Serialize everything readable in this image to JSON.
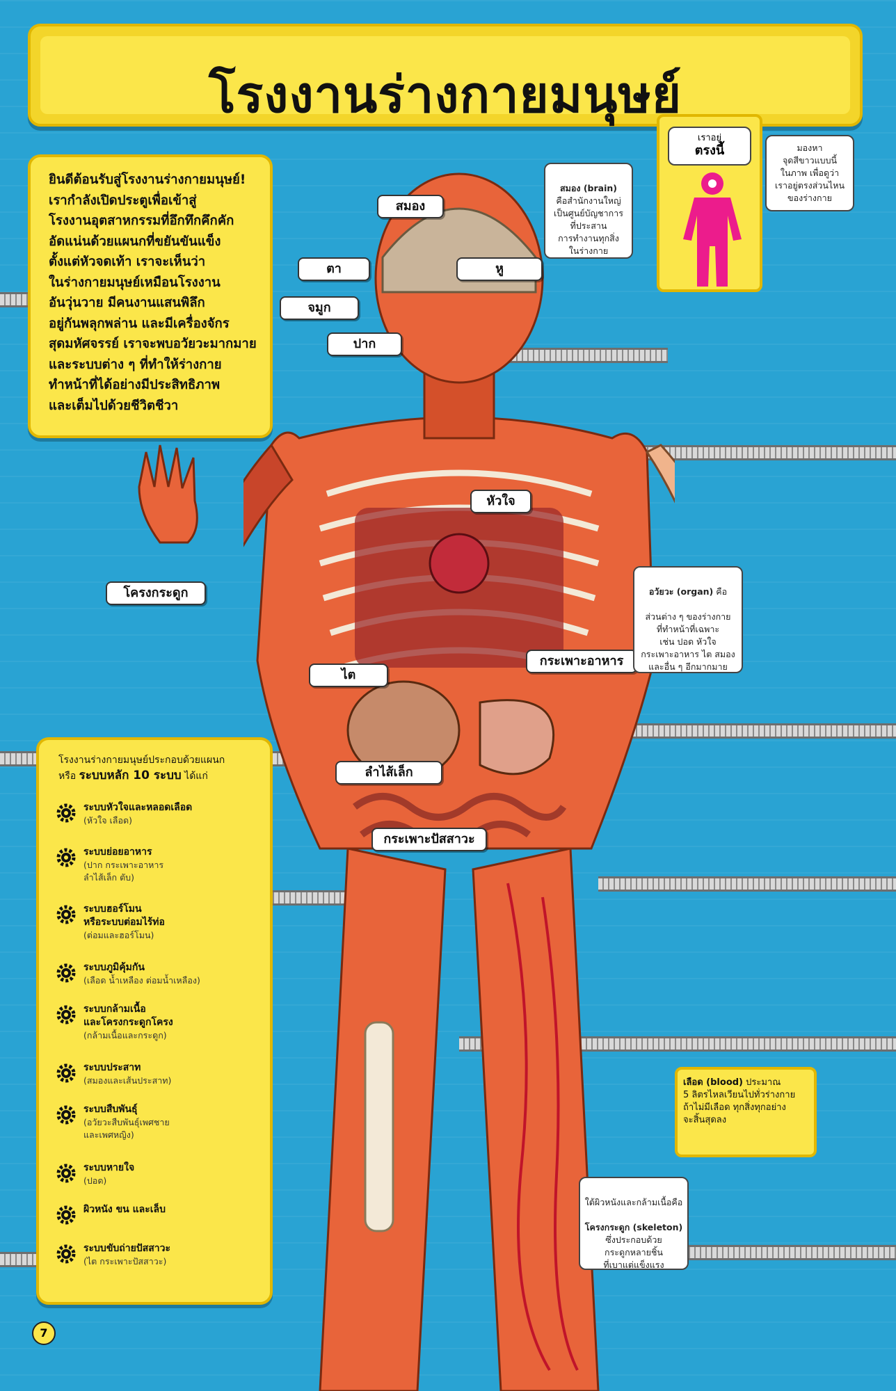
{
  "title": "โรงงานร่างกายมนุษย์",
  "intro": "ยินดีต้อนรับสู่โรงงานร่างกายมนุษย์!\nเรากำลังเปิดประตูเพื่อเข้าสู่\nโรงงานอุตสาหกรรมที่อึกทึกคึกคัก\nอัดแน่นด้วยแผนกที่ขยันขันแข็ง\nตั้งแต่หัวจดเท้า  เราจะเห็นว่า\nในร่างกายมนุษย์เหมือนโรงงาน\nอันวุ่นวาย มีคนงานแสนพิลึก\nอยู่กันพลุกพล่าน และมีเครื่องจักร\nสุดมหัศจรรย์  เราจะพบอวัยวะมากมาย\nและระบบต่าง ๆ ที่ทำให้ร่างกาย\nทำหน้าที่ได้อย่างมีประสิทธิภาพ\nและเต็มไปด้วยชีวิตชีวา",
  "labels": {
    "brain": "สมอง",
    "eye": "ตา",
    "ear": "หู",
    "nose": "จมูก",
    "mouth": "ปาก",
    "heart": "หัวใจ",
    "skeleton": "โครงกระดูก",
    "kidney": "ไต",
    "stomach": "กระเพาะอาหาร",
    "small_intestine": "ลำไส้เล็ก",
    "bladder": "กระเพาะปัสสาวะ"
  },
  "bubbles": {
    "brain": {
      "term": "สมอง (brain)",
      "text": "คือสำนักงานใหญ่\nเป็นศูนย์บัญชาการ\nที่ประสาน\nการทำงานทุกสิ่ง\nในร่างกาย"
    },
    "look": "มองหา\nจุดสีขาวแบบนี้\nในภาพ เพื่อดูว่า\nเราอยู่ตรงส่วนไหน\nของร่างกาย",
    "organ": {
      "term": "อวัยวะ (organ)",
      "mid": " คือ",
      "text": "ส่วนต่าง ๆ ของร่างกาย\nที่ทำหน้าที่เฉพาะ\nเช่น ปอด หัวใจ\nกระเพาะอาหาร ไต สมอง\nและอื่น ๆ อีกมากมาย"
    },
    "skeleton": {
      "pre": "ใต้ผิวหนังและกล้ามเนื้อคือ",
      "term": "โครงกระดูก (skeleton)",
      "text": "ซึ่งประกอบด้วย\nกระดูกหลายชิ้น\nที่เบาแต่แข็งแรง"
    }
  },
  "here": {
    "small": "เราอยู่",
    "big": "ตรงนี้"
  },
  "blood": {
    "term": "เลือด (blood)",
    "text": " ประมาณ\n5 ลิตรไหลเวียนไปทั่วร่างกาย\nถ้าไม่มีเลือด ทุกสิ่งทุกอย่าง\nจะสิ้นสุดลง"
  },
  "systems": {
    "intro_line1": "โรงงานร่างกายมนุษย์ประกอบด้วยแผนก",
    "intro_pre": "หรือ ",
    "intro_strong": "ระบบหลัก 10 ระบบ",
    "intro_post": " ได้แก่",
    "items": [
      {
        "name": "ระบบหัวใจและหลอดเลือด",
        "sub": "(หัวใจ เลือด)"
      },
      {
        "name": "ระบบย่อยอาหาร",
        "sub": "(ปาก กระเพาะอาหาร\nลำไส้เล็ก ตับ)"
      },
      {
        "name": "ระบบฮอร์โมน\nหรือระบบต่อมไร้ท่อ",
        "sub": "(ต่อมและฮอร์โมน)"
      },
      {
        "name": "ระบบภูมิคุ้มกัน",
        "sub": "(เลือด น้ำเหลือง ต่อมน้ำเหลือง)"
      },
      {
        "name": "ระบบกล้ามเนื้อ\nและโครงกระดูกโครง",
        "sub": "(กล้ามเนื้อและกระดูก)"
      },
      {
        "name": "ระบบประสาท",
        "sub": "(สมองและเส้นประสาท)"
      },
      {
        "name": "ระบบสืบพันธุ์",
        "sub": "(อวัยวะสืบพันธุ์เพศชาย\nและเพศหญิง)"
      },
      {
        "name": "ระบบหายใจ",
        "sub": "(ปอด)"
      },
      {
        "name": "ผิวหนัง ขน และเล็บ",
        "sub": ""
      },
      {
        "name": "ระบบขับถ่ายปัสสาวะ",
        "sub": "(ไต กระเพาะปัสสาวะ)"
      }
    ]
  },
  "page_number": "7",
  "colors": {
    "background": "#29a3d3",
    "panel": "#fbe64a",
    "panel_border": "#e1b700",
    "figure": "#ec1c8c",
    "skin": "#e8643a"
  }
}
